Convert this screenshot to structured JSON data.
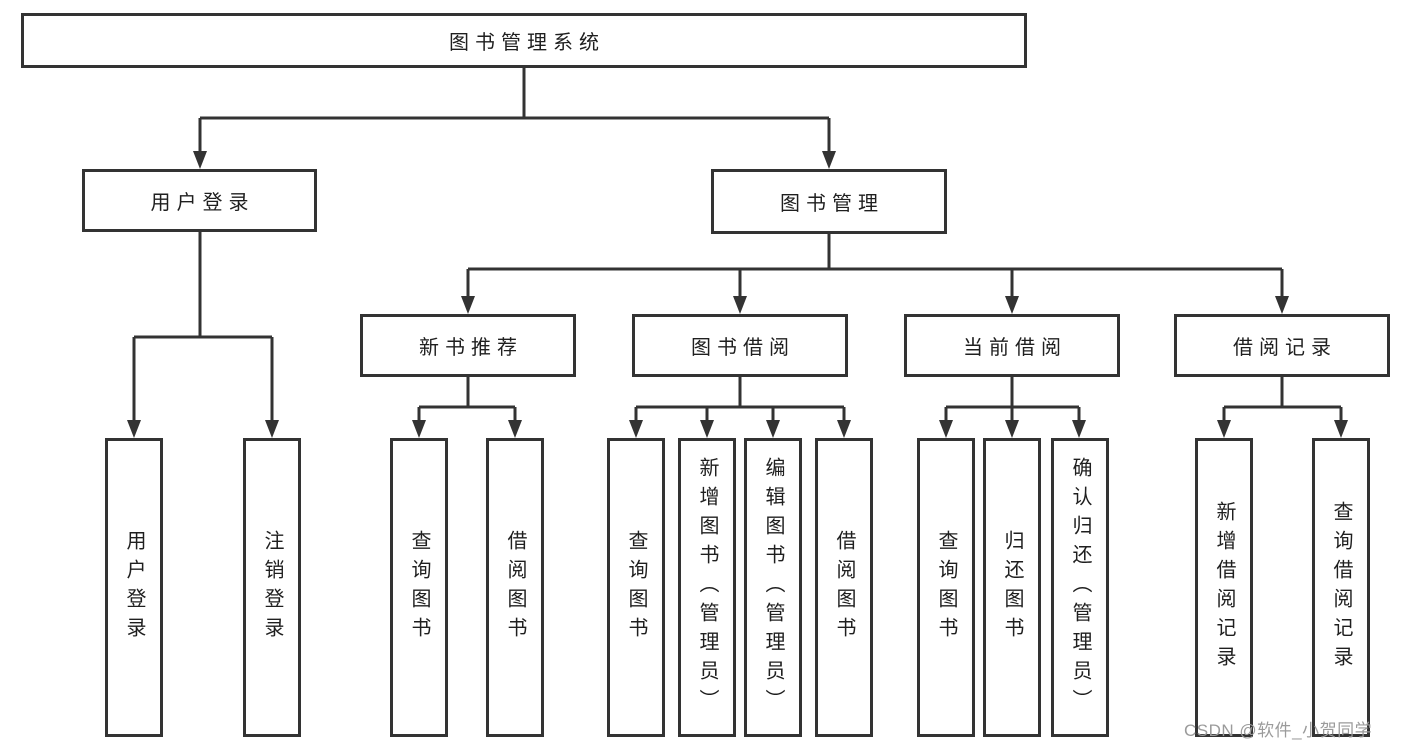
{
  "colors": {
    "line": "#333333",
    "border": "#333333",
    "text": "#1f1f1f",
    "background": "#ffffff",
    "watermark": "#9b9b9b"
  },
  "watermark": {
    "text": "CSDN @软件_小贺同学"
  },
  "tree": {
    "root": {
      "label": "图书管理系统"
    },
    "branches": [
      {
        "label": "用户登录",
        "children": [
          {
            "label": "用户登录"
          },
          {
            "label": "注销登录"
          }
        ]
      },
      {
        "label": "图书管理",
        "groups": [
          {
            "label": "新书推荐",
            "children": [
              {
                "label": "查询图书"
              },
              {
                "label": "借阅图书"
              }
            ]
          },
          {
            "label": "图书借阅",
            "children": [
              {
                "label": "查询图书"
              },
              {
                "label": "新增图书（管理员）"
              },
              {
                "label": "编辑图书（管理员）"
              },
              {
                "label": "借阅图书"
              }
            ]
          },
          {
            "label": "当前借阅",
            "children": [
              {
                "label": "查询图书"
              },
              {
                "label": "归还图书"
              },
              {
                "label": "确认归还（管理员）"
              }
            ]
          },
          {
            "label": "借阅记录",
            "children": [
              {
                "label": "新增借阅记录"
              },
              {
                "label": "查询借阅记录"
              }
            ]
          }
        ]
      }
    ]
  }
}
